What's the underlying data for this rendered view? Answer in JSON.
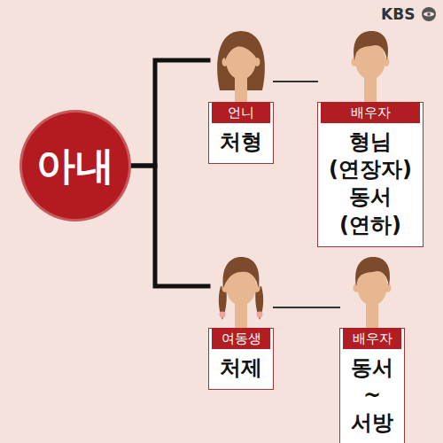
{
  "diagram": {
    "nodes": [
      {
        "text": [
          "아내"
        ]
      },
      {
        "text": [
          "언니",
          "처형"
        ]
      },
      {
        "text": [
          "배우자",
          "형님(연장자) 동서(연하)"
        ]
      },
      {
        "text": [
          "여동생",
          "처제"
        ]
      },
      {
        "text": [
          "배우자",
          "동서 ~서방"
        ]
      }
    ],
    "edges": [
      {
        "from": 0,
        "to": 1,
        "arrow": "none"
      },
      {
        "from": 0,
        "to": 3,
        "arrow": "none"
      },
      {
        "from": 1,
        "to": 2,
        "arrow": "none"
      },
      {
        "from": 3,
        "to": 4,
        "arrow": "none"
      }
    ],
    "labels": [
      "KBS"
    ]
  }
}
